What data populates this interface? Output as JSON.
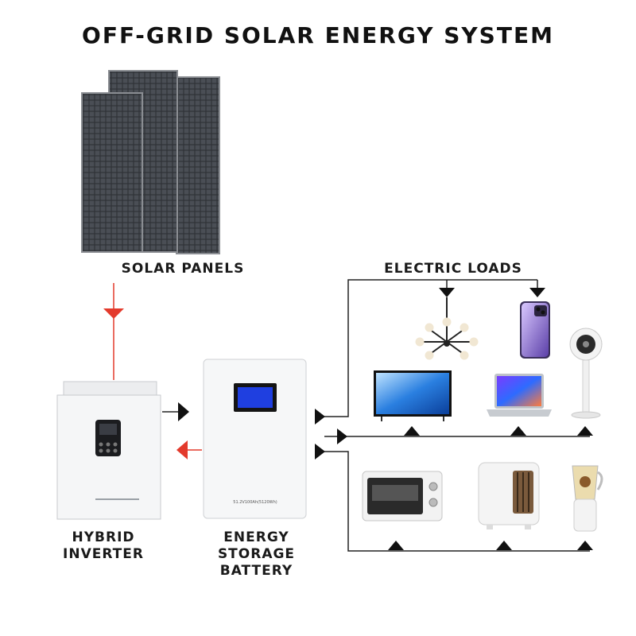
{
  "title": "OFF-GRID SOLAR ENERGY SYSTEM",
  "labels": {
    "solar_panels": "SOLAR PANELS",
    "electric_loads": "ELECTRIC LOADS",
    "hybrid_inverter_line1": "HYBRID",
    "hybrid_inverter_line2": "INVERTER",
    "battery_line1": "ENERGY",
    "battery_line2": "STORAGE",
    "battery_line3": "BATTERY"
  },
  "battery_plate": "51.2V100Ah(5120Wh)",
  "colors": {
    "power_flow": "#e33a2c",
    "wiring": "#222222",
    "panel": "#3a3d42",
    "screen": "#1f3fe0"
  }
}
